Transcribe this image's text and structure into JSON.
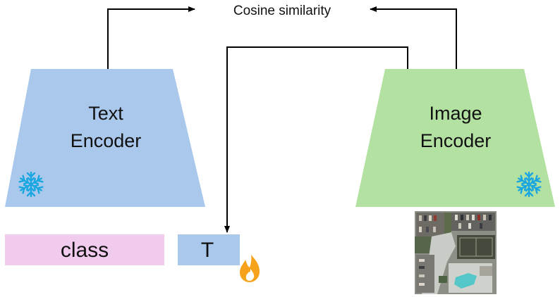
{
  "top_label": "Cosine similarity",
  "text_encoder": {
    "line1": "Text",
    "line2": "Encoder",
    "color": "#a9c8eb"
  },
  "image_encoder": {
    "line1": "Image",
    "line2": "Encoder",
    "color": "#b3e1a1"
  },
  "class_box": {
    "label": "class",
    "color": "#f1cbed"
  },
  "t_box": {
    "label": "T",
    "color": "#a9c8eb"
  },
  "icons": {
    "frozen": "snowflake-icon",
    "trainable": "flame-icon",
    "snowflake_color": "#1aa6e0",
    "flame_color": "#f6a21a"
  },
  "arrow_color": "#000000"
}
